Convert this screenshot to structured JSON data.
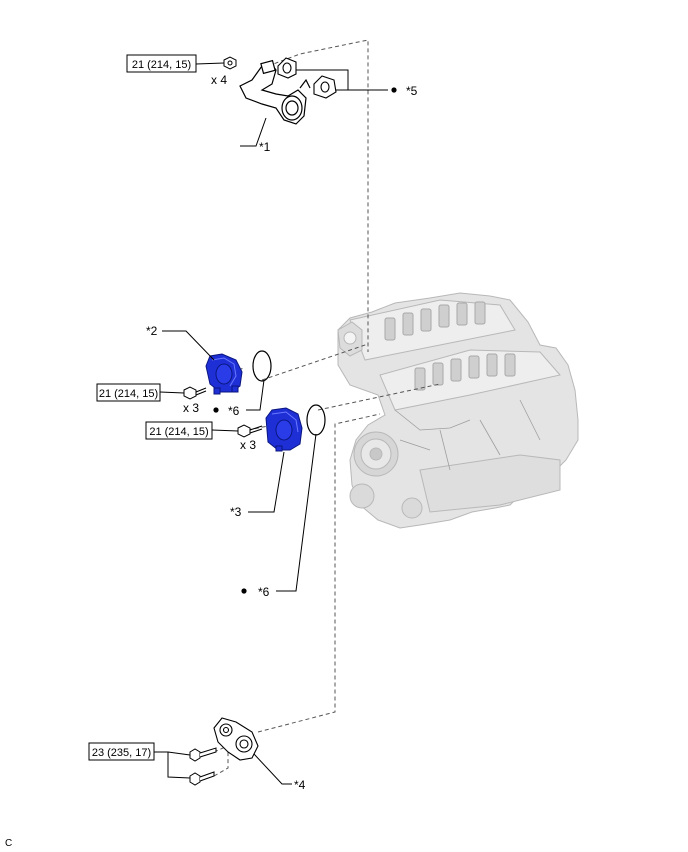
{
  "torque_labels": {
    "t1": "21 (214, 15)",
    "t2": "21 (214, 15)",
    "t3": "21 (214, 15)",
    "t4": "23 (235, 17)"
  },
  "quantity_labels": {
    "q1": "x 4",
    "q2": "x 3",
    "q3": "x 3"
  },
  "callouts": {
    "c1": "*1",
    "c2": "*2",
    "c3": "*3",
    "c4": "*4",
    "c5": "*5",
    "c6a": "*6",
    "c6b": "*6"
  },
  "figure_code": "C",
  "colors": {
    "highlight_part": "#1e2fd6",
    "line": "#000000",
    "engine": "#d8d8d8"
  }
}
